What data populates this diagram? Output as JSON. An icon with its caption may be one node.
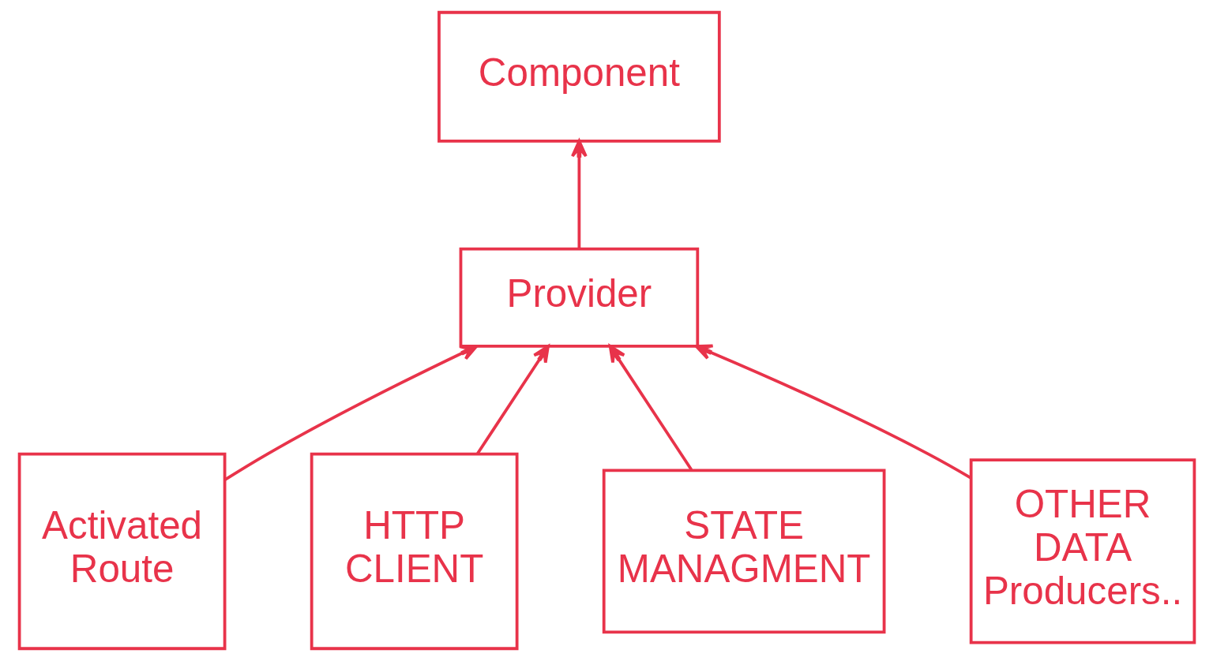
{
  "diagram": {
    "nodes": [
      {
        "text": [
          "Component"
        ]
      },
      {
        "text": [
          "Provider"
        ]
      },
      {
        "text": [
          "Activated Route"
        ]
      },
      {
        "text": [
          "HTTP CLIENT"
        ]
      },
      {
        "text": [
          "STATE MANAGMENT"
        ]
      },
      {
        "text": [
          "OTHER DATA Producers.."
        ]
      }
    ],
    "edges": [
      {
        "from": 1,
        "to": 0,
        "arrow": "to"
      },
      {
        "from": 2,
        "to": 1,
        "arrow": "to"
      },
      {
        "from": 3,
        "to": 1,
        "arrow": "to"
      },
      {
        "from": 4,
        "to": 1,
        "arrow": "to"
      },
      {
        "from": 5,
        "to": 1,
        "arrow": "to"
      }
    ]
  }
}
